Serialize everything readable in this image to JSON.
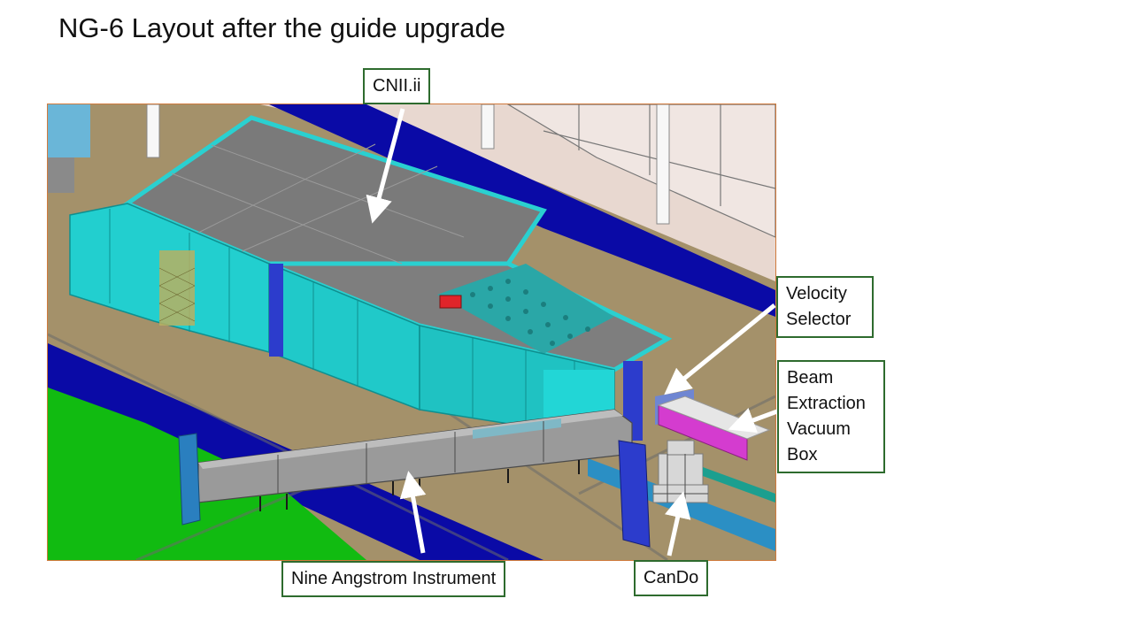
{
  "slide": {
    "title": "NG-6 Layout after the guide upgrade"
  },
  "labels": {
    "cnii": "CNII.ii",
    "velocity": [
      "Velocity",
      "Selector"
    ],
    "beam": [
      "Beam",
      "Extraction",
      "Vacuum",
      "Box"
    ],
    "nine": "Nine Angstrom Instrument",
    "cando": "CanDo"
  },
  "colors": {
    "floor": "#a4916a",
    "shield_cyan": "#22cfcf",
    "shield_blue": "#2c3ccc",
    "guide_gray": "#9a9a9a",
    "roof_gray": "#7a7a7a",
    "floor_navy": "#0a0aa6",
    "floor_green": "#11bb11",
    "vacuum_box": "#d43ccf",
    "callout_border": "#2e6b2e",
    "frame_border": "#d07a3c"
  }
}
